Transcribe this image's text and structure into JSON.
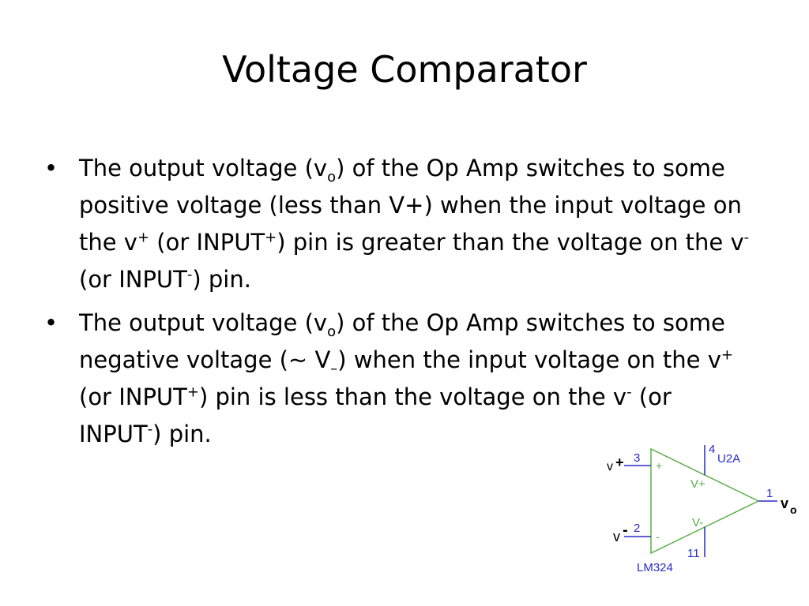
{
  "slide": {
    "title": "Voltage Comparator",
    "bullet_glyph": "•",
    "bullets": [
      {
        "p1": "The output voltage (v",
        "sub_o": "o",
        "p2": ") of the Op Amp switches to some positive voltage (less than V+) when the input voltage on the v",
        "sup_plus": "+",
        "p3": " (or INPUT",
        "sup_plus2": "+",
        "p4": ") pin is greater than the voltage on the v",
        "sup_minus": "-",
        "p5": " (or INPUT",
        "sup_minus2": "-",
        "p6": ") pin."
      },
      {
        "p1": "The output voltage (v",
        "sub_o": "o",
        "p2": ") of the Op Amp switches to some negative voltage (~ V",
        "sub_minus": "–",
        "p3": ") when the input voltage on the v",
        "sup_plus": "+",
        "p4": " (or INPUT",
        "sup_plus2": "+",
        "p5": ") pin is less than the voltage on the v",
        "sup_minus": "-",
        "p6": " (or INPUT",
        "sup_minus2": "-",
        "p7": ") pin."
      }
    ]
  },
  "schematic": {
    "colors": {
      "line": "#5aaf4a",
      "pin": "#2a2ac8",
      "label": "#000000"
    },
    "v_plus_label": "v",
    "v_plus_sign": "+",
    "v_minus_label": "v",
    "v_minus_sign": "-",
    "pin3": "3",
    "pin2": "2",
    "pin4": "4",
    "pin11": "11",
    "pin1": "1",
    "in_plus": "+",
    "in_minus": "-",
    "vplus_rail": "V+",
    "vminus_rail": "V-",
    "refdes": "U2A",
    "part": "LM324",
    "vo_label": "v",
    "vo_sub": "o"
  }
}
